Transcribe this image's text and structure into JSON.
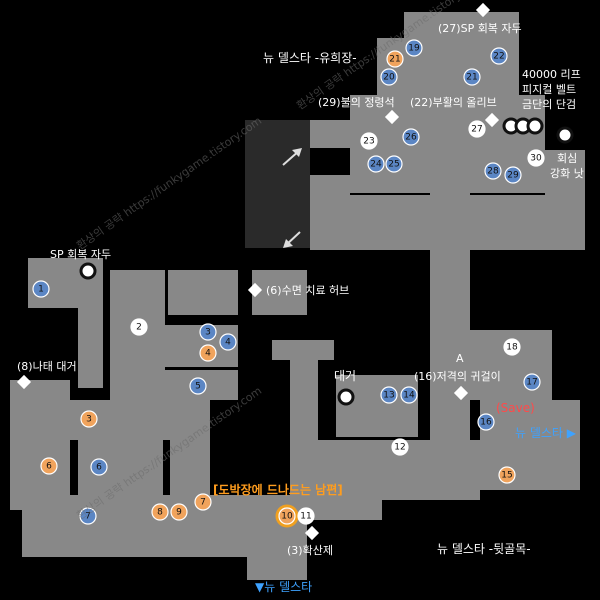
{
  "area_labels": {
    "playground": "뉴 델스타 -유희장-",
    "back_alley": "뉴 델스타 -뒷골목-",
    "new_delsta_right": "뉴 델스타 ▶",
    "new_delsta_bottom": "▼뉴 델스타"
  },
  "point_labels": {
    "sp_recovery_top": "(27)SP 회복 자두",
    "sp_recovery_left": "SP 회복 자두",
    "orb_of_rebirth": "(22)부활의 올리브",
    "spirit_stone_of_fire": "(29)불의 정령석",
    "belt_line1": "40000 리프",
    "belt_line2": "피지컬 벨트",
    "belt_line3": "금단의 단검",
    "rest_line1": "회심",
    "rest_line2": "강화 낫",
    "sleep_hub": "(6)수면 치료 허브",
    "sloth_grinder": "(8)나태 대거",
    "dagger": "대거",
    "counter_earring": "(16)저격의 귀걸이",
    "save": "(Save)",
    "husband_quest": "[도박장에 드나드는 남편]",
    "diffusion": "(3)확산제",
    "point_a": "A"
  },
  "watermark": "환상의 공략 https://funkygame.tistory.com",
  "markers": [
    {
      "n": "1",
      "color": "blue"
    },
    {
      "n": "2",
      "color": "white"
    },
    {
      "n": "3",
      "color": "blue"
    },
    {
      "n": "4",
      "color": "blue"
    },
    {
      "n": "4",
      "color": "orange"
    },
    {
      "n": "5",
      "color": "blue"
    },
    {
      "n": "3",
      "color": "orange"
    },
    {
      "n": "6",
      "color": "orange"
    },
    {
      "n": "6",
      "color": "blue"
    },
    {
      "n": "7",
      "color": "blue"
    },
    {
      "n": "7",
      "color": "orange"
    },
    {
      "n": "8",
      "color": "orange"
    },
    {
      "n": "9",
      "color": "orange"
    },
    {
      "n": "10",
      "color": "orange"
    },
    {
      "n": "11",
      "color": "white"
    },
    {
      "n": "12",
      "color": "white"
    },
    {
      "n": "13",
      "color": "blue"
    },
    {
      "n": "14",
      "color": "blue"
    },
    {
      "n": "15",
      "color": "orange"
    },
    {
      "n": "16",
      "color": "blue"
    },
    {
      "n": "17",
      "color": "blue"
    },
    {
      "n": "18",
      "color": "white"
    },
    {
      "n": "19",
      "color": "blue"
    },
    {
      "n": "20",
      "color": "blue"
    },
    {
      "n": "21",
      "color": "orange"
    },
    {
      "n": "21",
      "color": "blue"
    },
    {
      "n": "22",
      "color": "blue"
    },
    {
      "n": "23",
      "color": "white"
    },
    {
      "n": "24",
      "color": "blue"
    },
    {
      "n": "25",
      "color": "blue"
    },
    {
      "n": "26",
      "color": "blue"
    },
    {
      "n": "27",
      "color": "white"
    },
    {
      "n": "28",
      "color": "blue"
    },
    {
      "n": "29",
      "color": "blue"
    },
    {
      "n": "30",
      "color": "white"
    }
  ],
  "colors": {
    "floor": "#888888",
    "background": "#000000",
    "marker_blue": "#5b86c4",
    "marker_orange": "#f0a35c",
    "label_blue": "#3ea2ff",
    "save_red": "#ff4a4a",
    "quest_orange": "#ff9d1e"
  },
  "icons": [
    "diamond-icon",
    "ring-icon",
    "arrow-icon"
  ]
}
